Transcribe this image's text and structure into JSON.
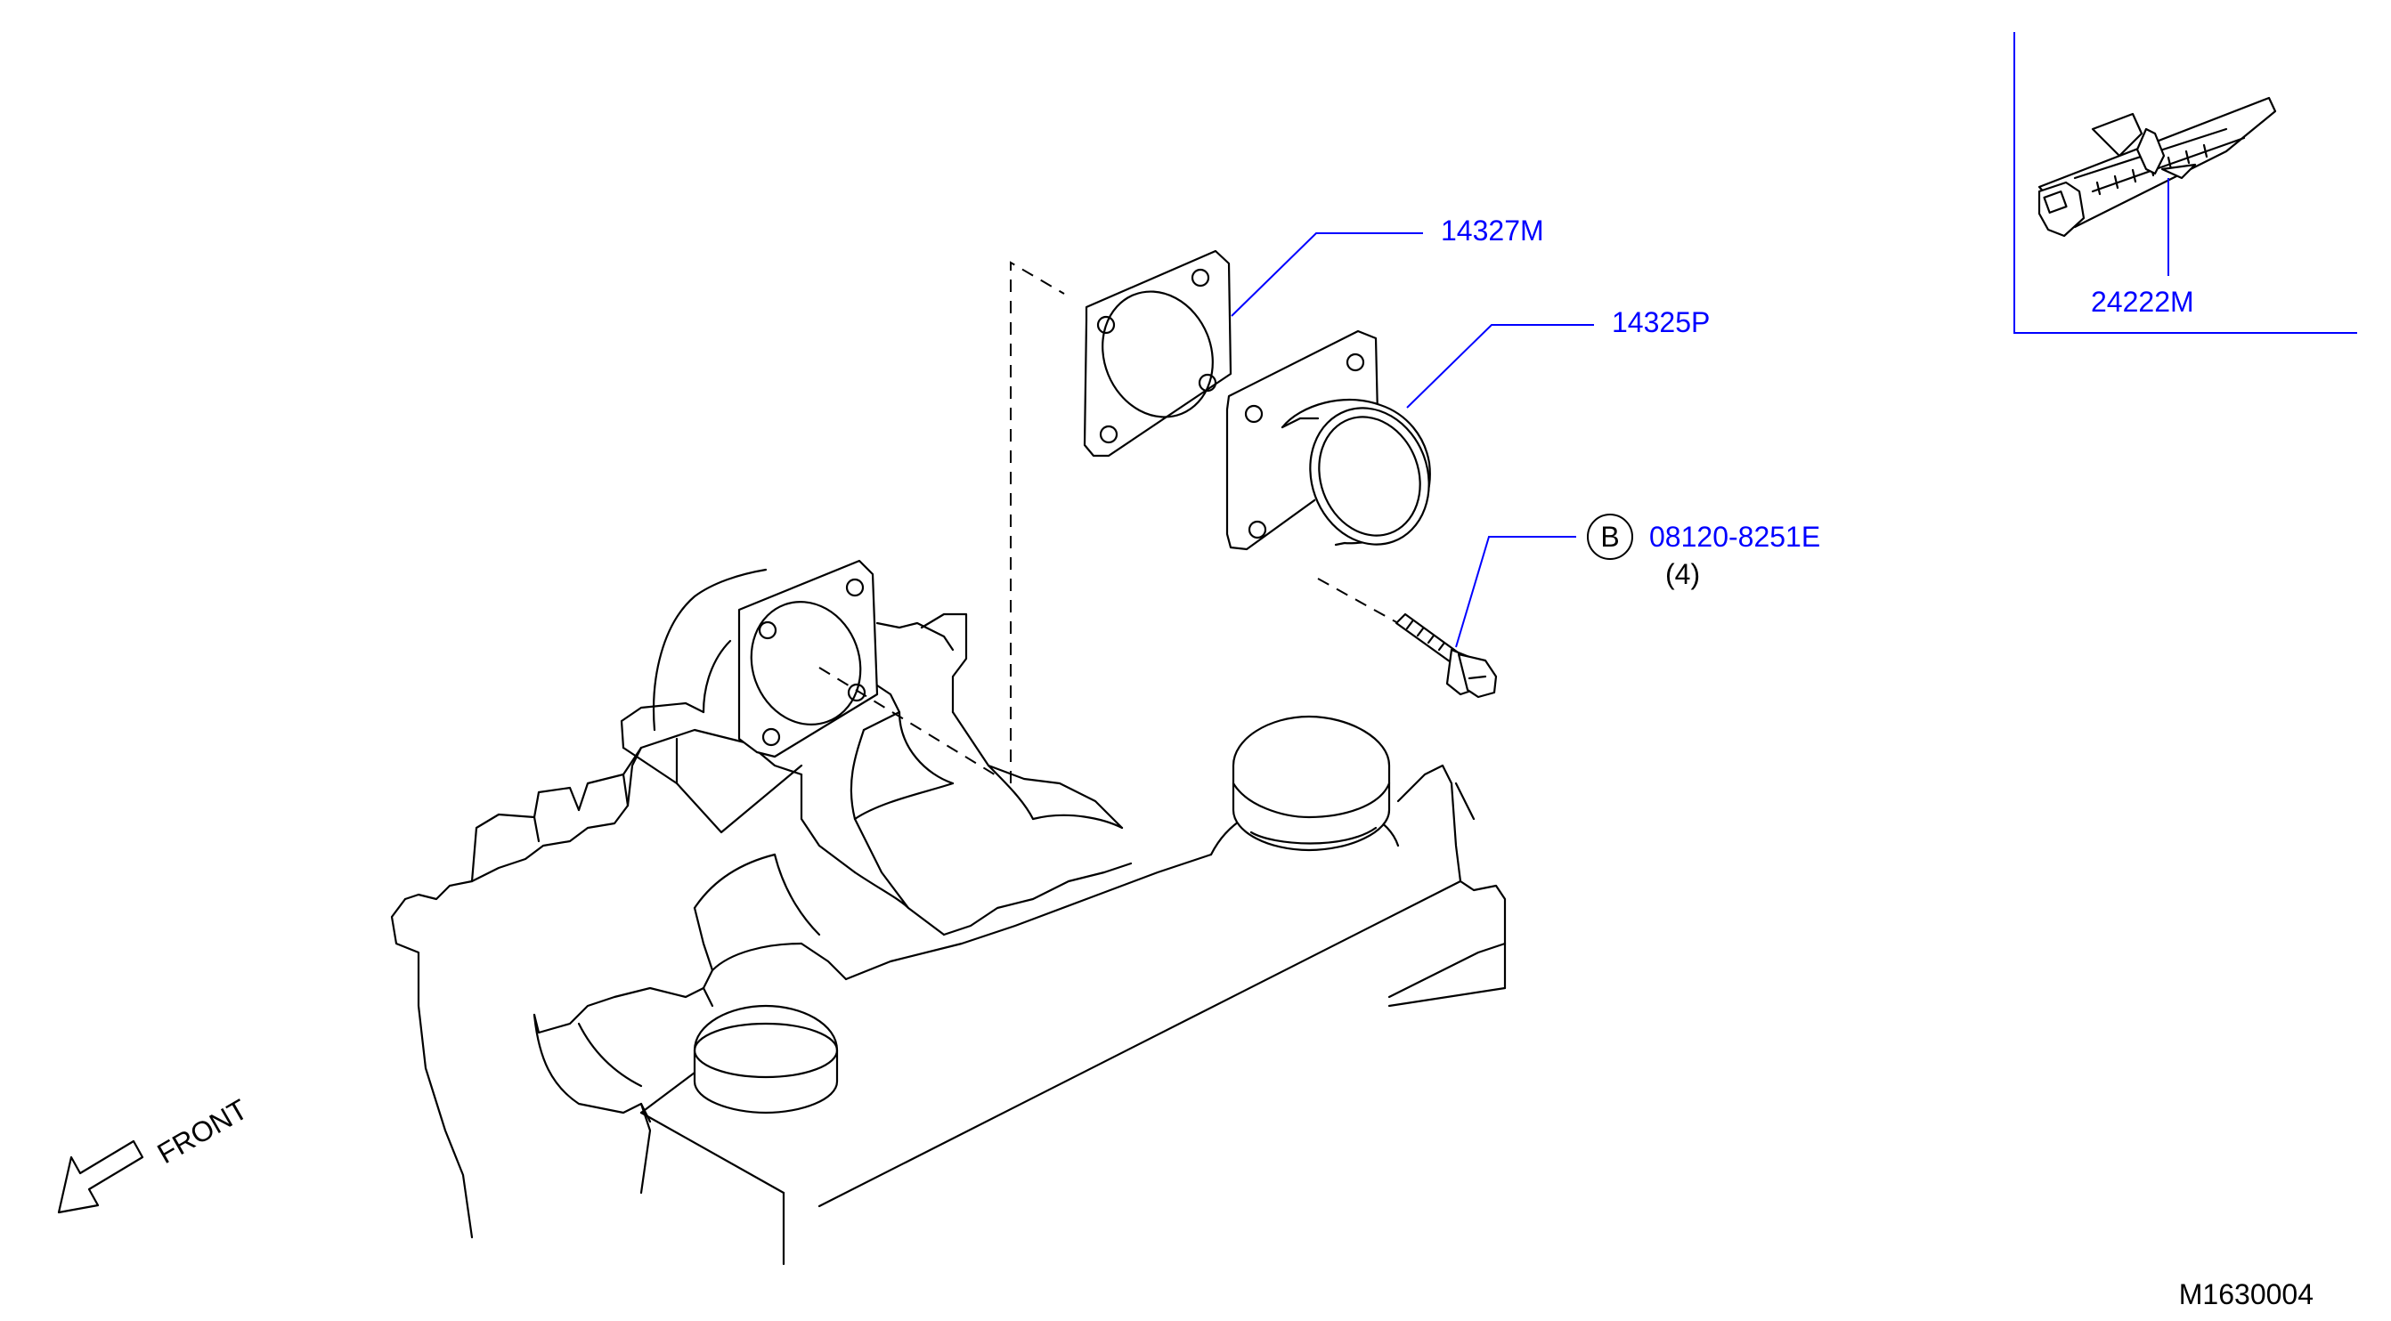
{
  "callouts": {
    "gasket": "14327M",
    "outlet": "14325P",
    "bolt_code": "B",
    "bolt": "08120-8251E",
    "bolt_qty": "(4)",
    "clip": "24222M"
  },
  "direction_label": "FRONT",
  "diagram_id": "M1630004",
  "colors": {
    "callout": "#0000ff",
    "linework": "#000000"
  }
}
